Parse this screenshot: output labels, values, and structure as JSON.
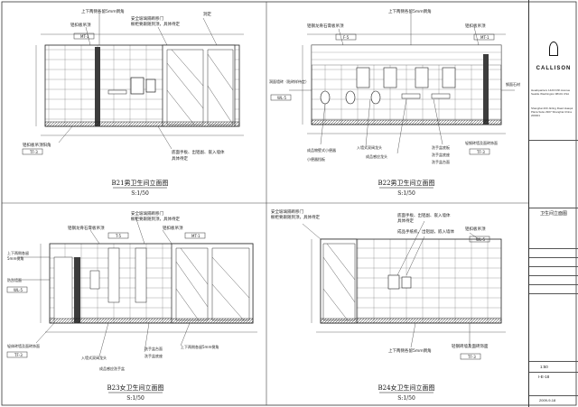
{
  "elevations": [
    {
      "id": "B21",
      "title": "B21男卫生间立面图",
      "scale": "S:1/50",
      "notes": [
        "上下两侧各留5mm倒角",
        "铝扣板吊顶",
        "安全玻璃隔断移门",
        "橱柜要跟随到顶，具体待定",
        "洞定",
        "铝扣板吊顶阳角",
        "底面手板、出铝副、嵌入墙体",
        "具体待定"
      ],
      "tags": [
        "MT-1",
        "TF-3"
      ]
    },
    {
      "id": "B22",
      "title": "B22男卫生间立面图",
      "scale": "S:1/50",
      "notes": [
        "上下两侧各留5mm倒角",
        "铝钢龙骨石膏板吊顶",
        "铝扣板吊顶",
        "洞面墙砖（贴砖样待定）",
        "钢面石材",
        "成品物壁式小便器",
        "入墙式双阀龙头",
        "洗手盆底板",
        "小便器挡板",
        "成品感应龙头",
        "洗手盆底座",
        "洗手盆台面",
        "轻钢砖墙及面砖饰面"
      ],
      "tags": [
        "F-5",
        "MT-1",
        "TF-3",
        "WL-5"
      ]
    },
    {
      "id": "B23",
      "title": "B23女卫生间立面图",
      "scale": "S:1/50",
      "notes": [
        "安全玻璃隔断移门",
        "橱柜要跟随到顶，具体待定",
        "铝钢龙骨石膏板吊顶",
        "铝扣板吊顶",
        "上下两侧各留",
        "5mm倒角",
        "防刮墙面",
        "轻体砖墙及面砖饰面",
        "入墙式双阀龙头",
        "洗手盆台面",
        "洗手盆底座",
        "成品感应洗手盆",
        "上下两侧各留5mm倒角"
      ],
      "tags": [
        "T-5",
        "MT-1",
        "TF-3",
        "WL-5"
      ]
    },
    {
      "id": "B24",
      "title": "B24女卫生间立面图",
      "scale": "S:1/50",
      "notes": [
        "安全玻璃隔断移门",
        "橱柜要跟随到顶，具体待定",
        "底面手板、出铝副、嵌入墙体",
        "具体待定",
        "成品手纸机，出铝副，嵌入墙体",
        "铝扣板吊顶",
        "上下两侧各留5mm倒角",
        "轻钢砖墙及面砖饰面"
      ],
      "tags": [
        "WL-5",
        "TF-3"
      ]
    }
  ],
  "titleblock": {
    "company": "CALLISON",
    "address": "Headquarters 1420 Fifth Avenue Seattle Washington 98101 USA",
    "address2": "Shanghai 200 Jinling Road Huaqui Plaza Suite 2907 Shanghai China 200001",
    "sheet_title": "卫生间立面图",
    "scale": "1:50",
    "sheet_no": "I-E-18",
    "date": "2009-9-18"
  }
}
